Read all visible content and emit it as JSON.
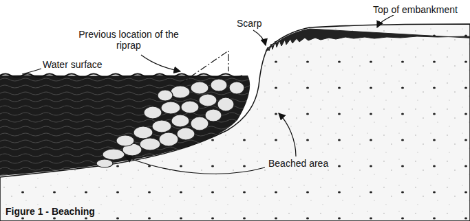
{
  "diagram": {
    "caption": "Figure 1 - Beaching",
    "labels": [
      "Top of embankment",
      "Previous location of the riprap",
      "Scarp",
      "Water surface",
      "Beached area"
    ]
  }
}
